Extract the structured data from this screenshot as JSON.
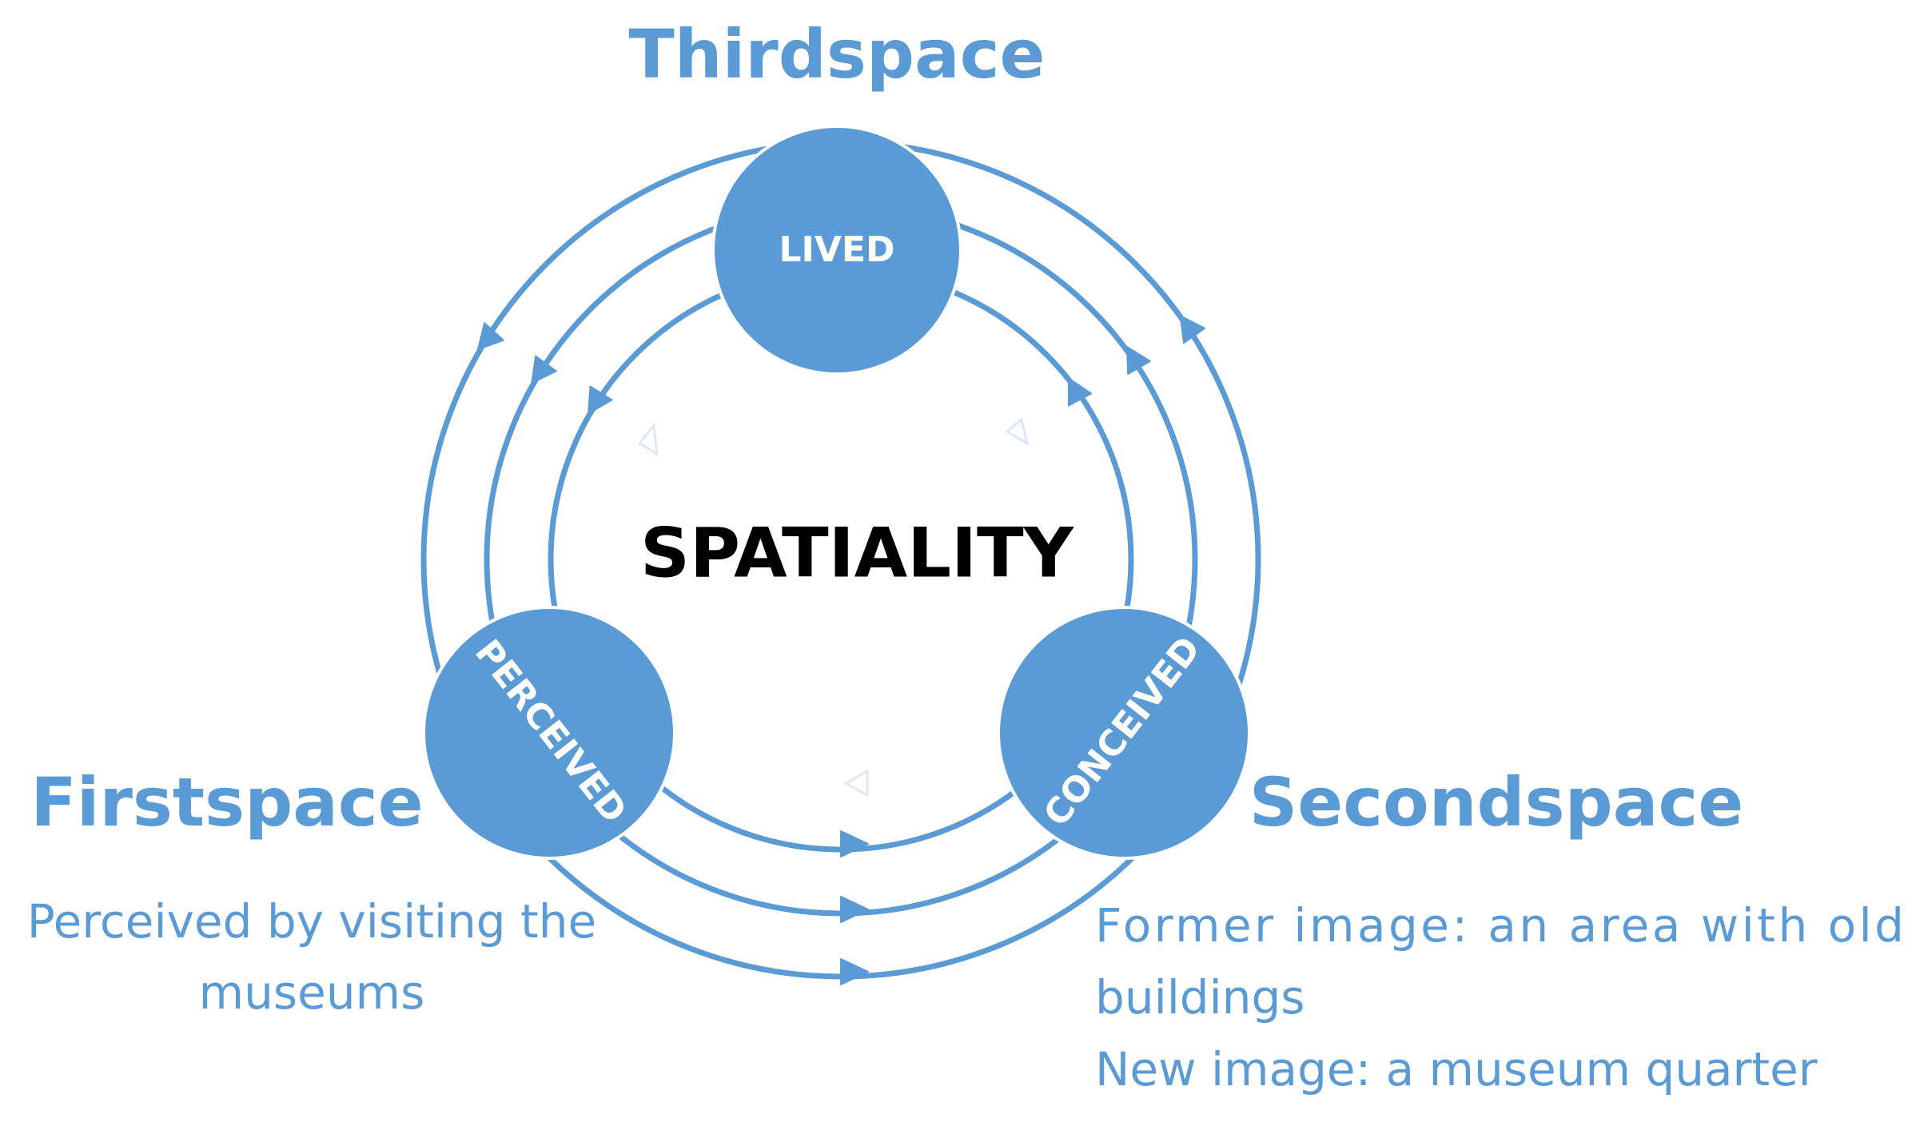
{
  "colors": {
    "accent": "#5b9bd5",
    "node_fill": "#5b9bd5",
    "node_text": "#ffffff",
    "center_text": "#000000",
    "background": "#ffffff"
  },
  "center": {
    "title": "SPATIALITY"
  },
  "nodes": {
    "lived": "LIVED",
    "perceived": "PERCEIVED",
    "conceived": "CONCEIVED"
  },
  "headings": {
    "thirdspace": "Thirdspace",
    "firstspace": "Firstspace",
    "secondspace": "Secondspace"
  },
  "descriptions": {
    "firstspace": {
      "line1": "Perceived by visiting the",
      "line2": "museums"
    },
    "secondspace": {
      "line1": "Former image: an area with old",
      "line2": "buildings",
      "line3": "New image: a museum quarter"
    }
  }
}
